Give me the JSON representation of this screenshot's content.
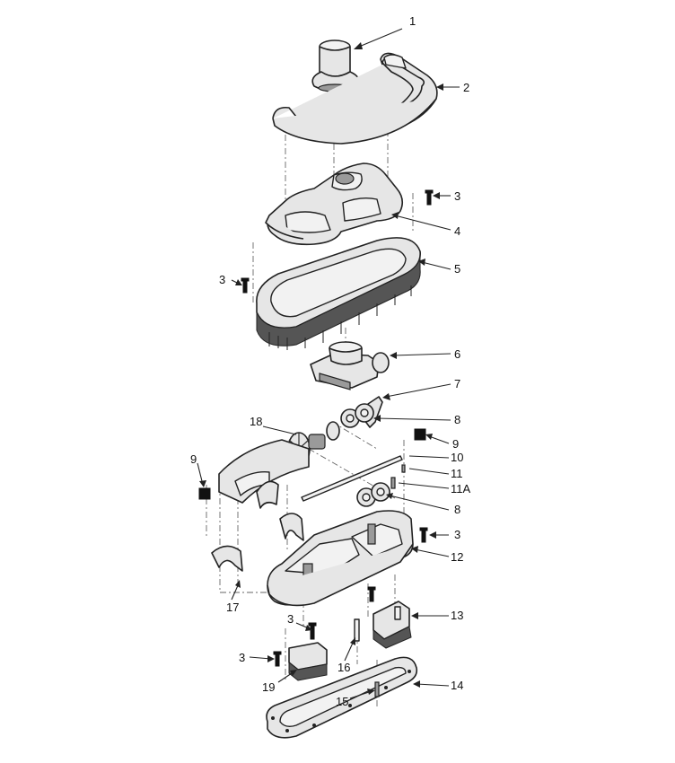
{
  "diagram": {
    "callouts": [
      {
        "id": "c1",
        "text": "1"
      },
      {
        "id": "c2",
        "text": "2"
      },
      {
        "id": "c3a",
        "text": "3"
      },
      {
        "id": "c4",
        "text": "4"
      },
      {
        "id": "c3b",
        "text": "3"
      },
      {
        "id": "c5",
        "text": "5"
      },
      {
        "id": "c6",
        "text": "6"
      },
      {
        "id": "c7",
        "text": "7"
      },
      {
        "id": "c8a",
        "text": "8"
      },
      {
        "id": "c18",
        "text": "18"
      },
      {
        "id": "c9a",
        "text": "9"
      },
      {
        "id": "c10",
        "text": "10"
      },
      {
        "id": "c9b",
        "text": "9"
      },
      {
        "id": "c11",
        "text": "11"
      },
      {
        "id": "c11a",
        "text": "11A"
      },
      {
        "id": "c8b",
        "text": "8"
      },
      {
        "id": "c3c",
        "text": "3"
      },
      {
        "id": "c12",
        "text": "12"
      },
      {
        "id": "c17",
        "text": "17"
      },
      {
        "id": "c3d",
        "text": "3"
      },
      {
        "id": "c13",
        "text": "13"
      },
      {
        "id": "c16",
        "text": "16"
      },
      {
        "id": "c3e",
        "text": "3"
      },
      {
        "id": "c19",
        "text": "19"
      },
      {
        "id": "c14",
        "text": "14"
      },
      {
        "id": "c15",
        "text": "15"
      }
    ]
  }
}
